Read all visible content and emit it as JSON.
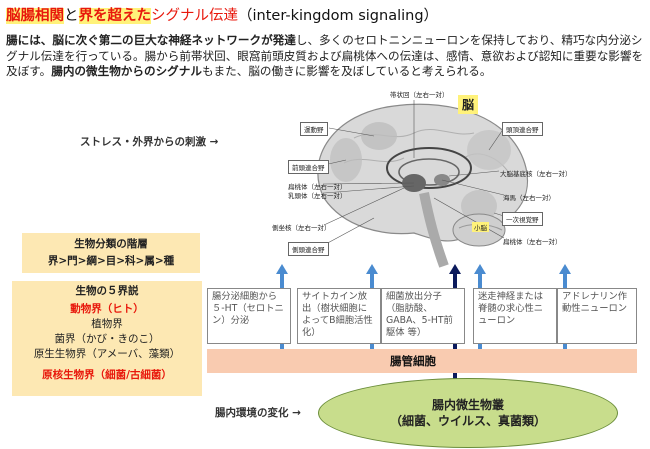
{
  "title": {
    "part1": "脳腸相関",
    "part2": "と",
    "part3": "界を超えた",
    "part4": "シグナル伝達",
    "part5": "（inter-kingdom signaling）"
  },
  "intro": {
    "b1": "腸には、脳に次ぐ第二の巨大な神経ネットワークが発達",
    "t1": "し、多くのセロトニンニューロンを保持しており、精巧な内分泌シグナル伝達を行っている。腸から前帯状回、眼窩前頭皮質および扁桃体への伝達は、感情、意欲および認知に重要な影響を及ぼす。",
    "b2": "腸内の微生物からのシグナル",
    "t2": "もまた、脳の働きに影響を及ぼしていると考えられる。"
  },
  "stress_label": "ストレス・外界からの刺激 →",
  "brain": {
    "title": "脳",
    "labels": {
      "cingulate": "帯状回（左右一対）",
      "motor": "運動野",
      "parietal": "頭頂連合野",
      "prefrontal": "前頭連合野",
      "brainstem": "大脳基底核（左右一対）",
      "amygdala": "扁桃体（左右一対）",
      "mammillary": "乳頭体（左右一対）",
      "hippocampus": "海馬（左右一対）",
      "visual": "一次視覚野",
      "temporal": "側坐核（左右一対）",
      "lateral": "側頭連合野",
      "cerebellum": "小脳",
      "amygdala2": "扁桃体（左右一対）"
    }
  },
  "taxonomy": {
    "heading": "生物分類の階層",
    "hierarchy": "界>門>綱>目>科>属>種"
  },
  "five_kingdoms": {
    "heading": "生物の５界説",
    "animal": "動物界（ヒト）",
    "plant": "植物界",
    "fungi": "菌界（かび・きのこ）",
    "protist": "原生生物界（アメーバ、藻類）",
    "prokaryote": "原核生物界（細菌/古細菌）"
  },
  "columns": [
    "腸分泌細胞から５-HT（セロトニン）分泌",
    "サイトカイン放出（樹状細胞によってB細胞活性化）",
    "細菌放出分子（脂肪酸、GABA、5-HT前駆体 等）",
    "迷走神経または脊髄の求心性ニューロン",
    "アドレナリン作動性ニューロン"
  ],
  "gut_label": "腸管細胞",
  "env_label": "腸内環境の変化 →",
  "microbiota": {
    "line1": "腸内微生物叢",
    "line2": "（細菌、ウイルス、真菌類）"
  },
  "colors": {
    "accent_red": "#e8180c",
    "highlight_yellow": "#fff27a",
    "box_bg": "#fde8b3",
    "gut_bar": "#f9cbb0",
    "ellipse": "#c8dd8c",
    "arrow_blue": "#4a8bd0",
    "arrow_dark": "#0b1a5c"
  }
}
